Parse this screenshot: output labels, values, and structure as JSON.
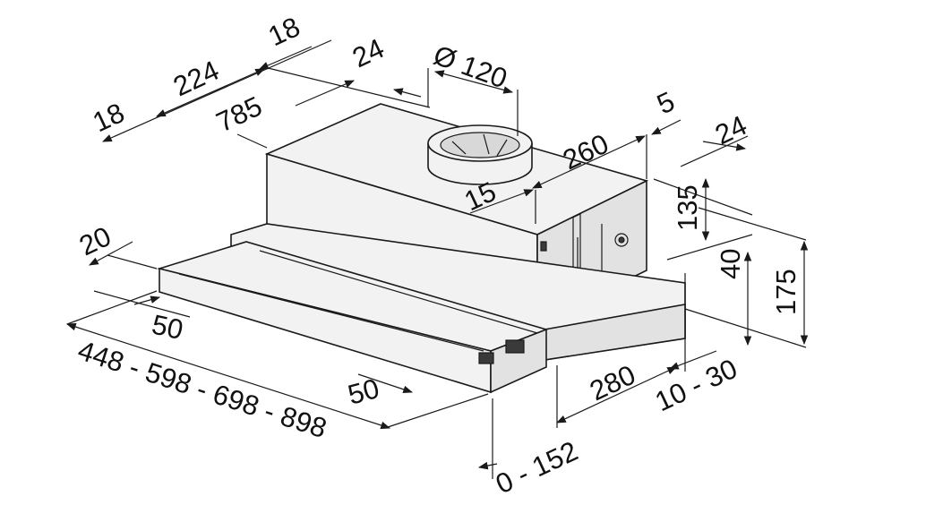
{
  "diagram": {
    "labels": {
      "top_18_right": "18",
      "top_224": "224",
      "top_18_left": "18",
      "top_785": "785",
      "top_24": "24",
      "duct_diameter": "Ø 120",
      "right_5": "5",
      "right_260": "260",
      "right_24": "24",
      "right_15": "15",
      "right_135": "135",
      "right_40": "40",
      "right_175": "175",
      "left_20": "20",
      "left_50": "50",
      "bottom_widths": "448 - 598 - 698 - 898",
      "bottom_50": "50",
      "bottom_280": "280",
      "bottom_10_30": "10 - 30",
      "bottom_0_152": "0 - 152"
    },
    "colors": {
      "line": "#1a1a1a",
      "body_fill": "#f2f2f2",
      "side_fill": "#e2e2e2"
    }
  }
}
